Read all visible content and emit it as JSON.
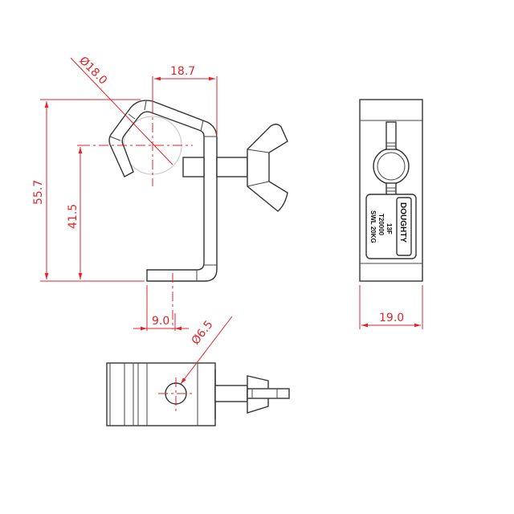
{
  "drawing": {
    "subject": "Half coupler hook clamp technical drawing",
    "colors": {
      "dimension": "#e0252b",
      "outline": "#333333",
      "ghost": "#cccccc",
      "background": "#ffffff"
    },
    "dimensions": {
      "tube_diameter": "Ø18.0",
      "hook_width": "18.7",
      "overall_height": "55.7",
      "center_height": "41.5",
      "hole_offset": "9.0",
      "hole_diameter": "Ø6.5",
      "body_width": "19.0"
    },
    "label": {
      "brand": "DOUGHTY",
      "model": "13F",
      "part_number": "T20000",
      "swl": "SWL 20KG"
    },
    "views": [
      "front-view",
      "side-view",
      "bottom-view"
    ]
  }
}
